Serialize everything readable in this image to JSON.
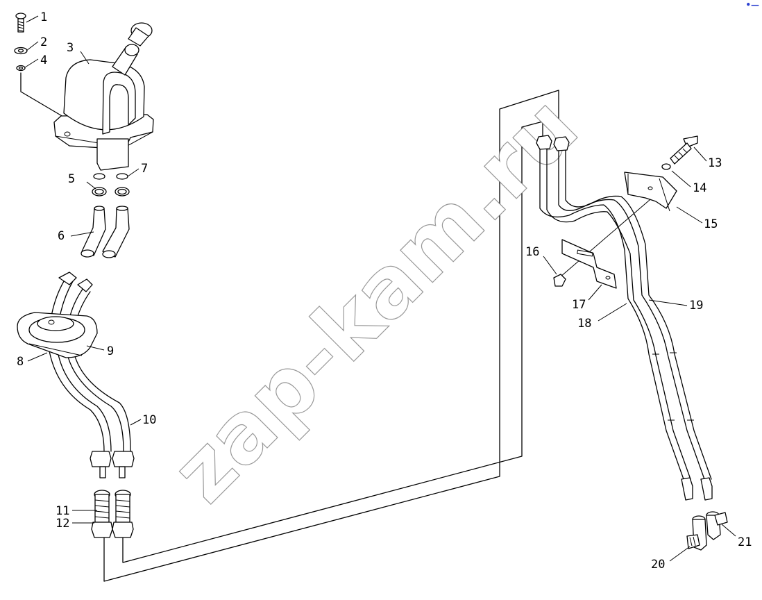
{
  "diagram": {
    "callouts": [
      {
        "id": "c1",
        "label": "1"
      },
      {
        "id": "c2",
        "label": "2"
      },
      {
        "id": "c3",
        "label": "3"
      },
      {
        "id": "c4",
        "label": "4"
      },
      {
        "id": "c5",
        "label": "5"
      },
      {
        "id": "c6",
        "label": "6"
      },
      {
        "id": "c7",
        "label": "7"
      },
      {
        "id": "c8",
        "label": "8"
      },
      {
        "id": "c9",
        "label": "9"
      },
      {
        "id": "c10",
        "label": "10"
      },
      {
        "id": "c11",
        "label": "11"
      },
      {
        "id": "c12",
        "label": "12"
      },
      {
        "id": "c13",
        "label": "13"
      },
      {
        "id": "c14",
        "label": "14"
      },
      {
        "id": "c15",
        "label": "15"
      },
      {
        "id": "c16",
        "label": "16"
      },
      {
        "id": "c17",
        "label": "17"
      },
      {
        "id": "c18",
        "label": "18"
      },
      {
        "id": "c19",
        "label": "19"
      },
      {
        "id": "c20",
        "label": "20"
      },
      {
        "id": "c21",
        "label": "21"
      }
    ],
    "watermark": "zap-kam.ru",
    "corner_mark": "•—"
  },
  "colors": {
    "line": "#000000",
    "background": "#ffffff",
    "corner_mark": "#2a3fd0"
  }
}
